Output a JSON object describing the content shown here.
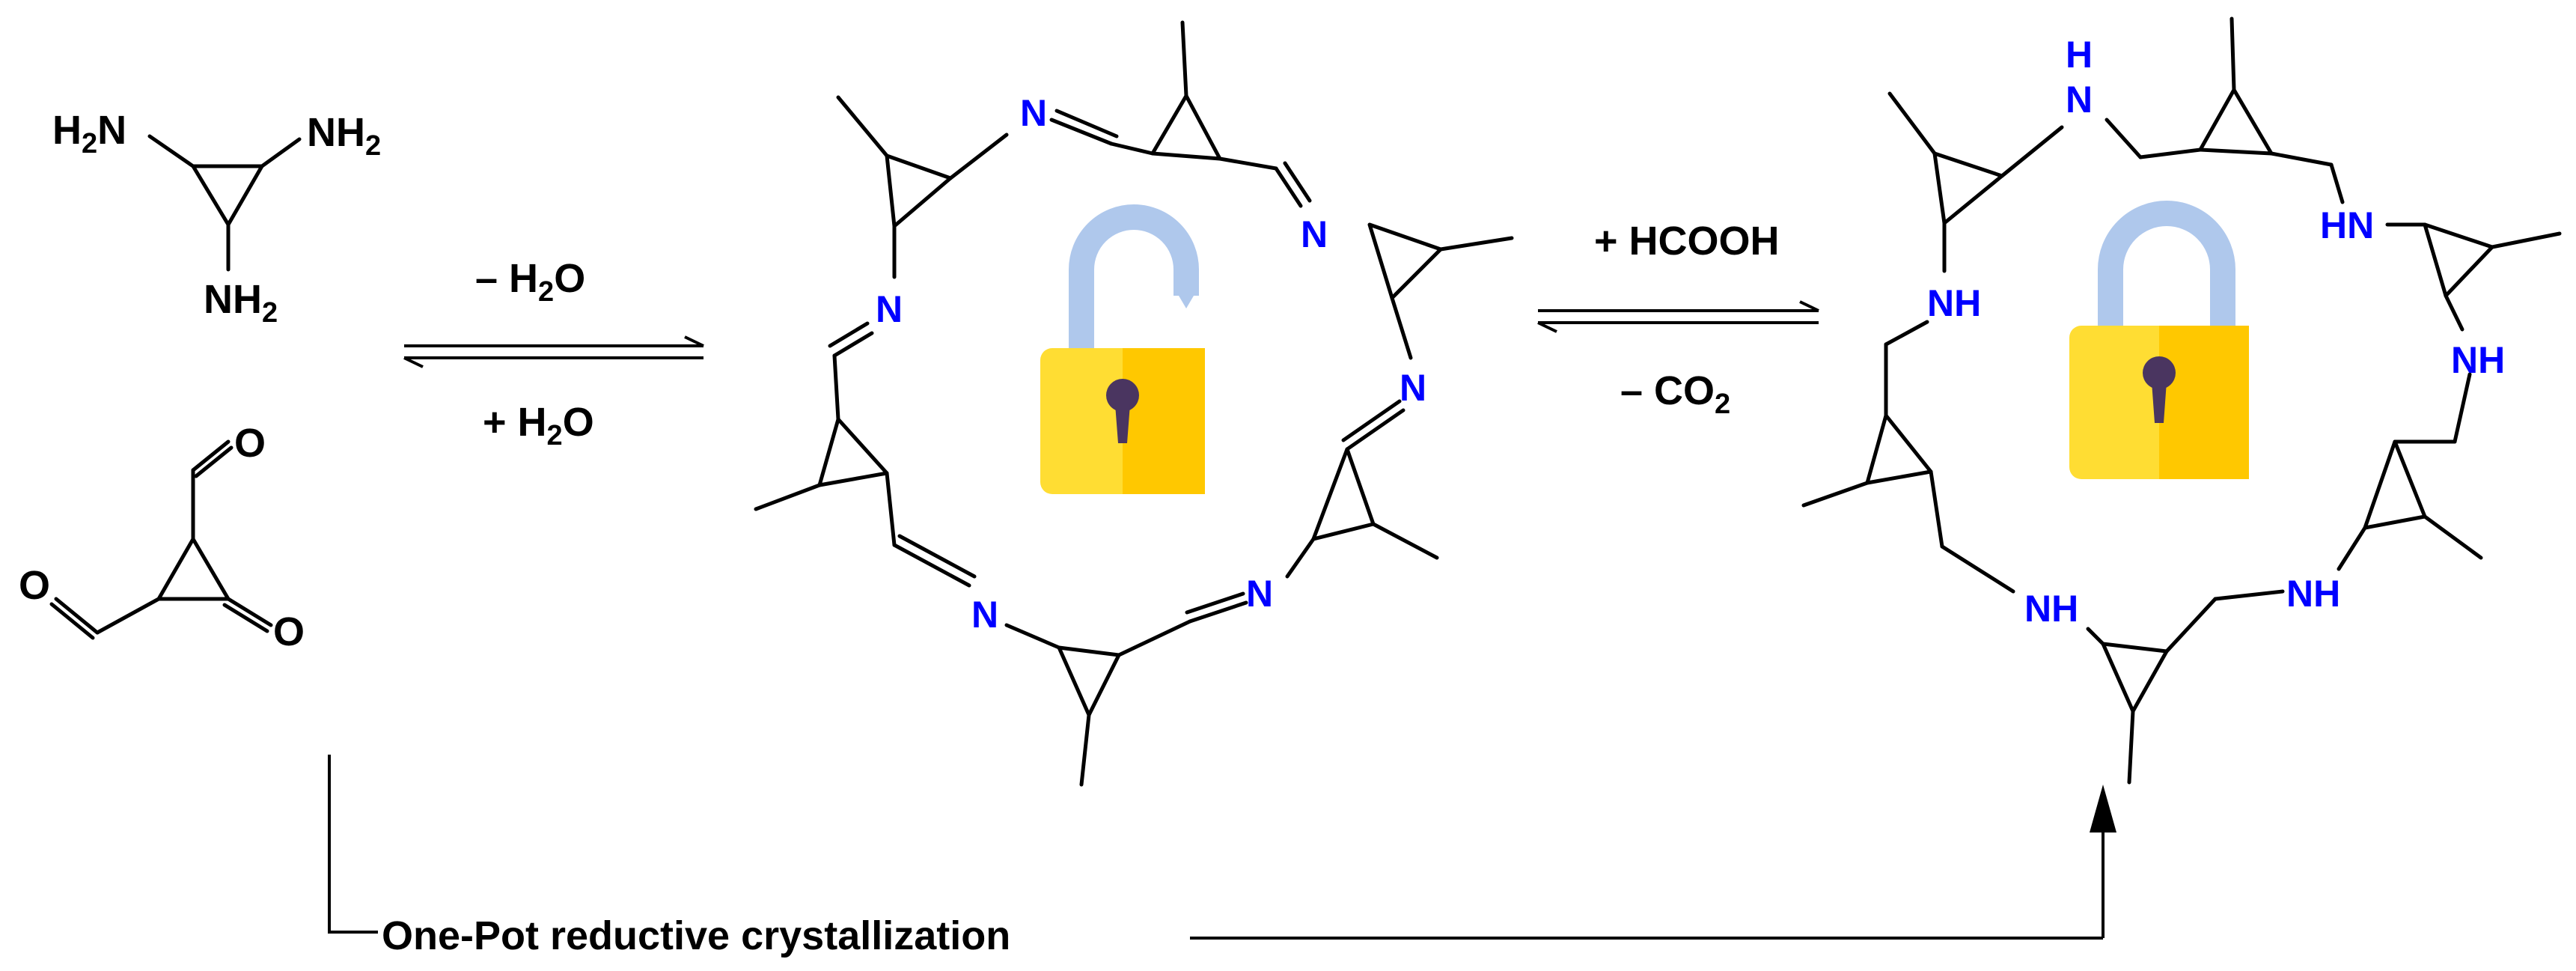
{
  "reactants": {
    "triamine": {
      "nh2_a": "H",
      "nh2_a2": "N",
      "nh2_b": "NH",
      "nh2_c": "NH",
      "sub2": "2"
    },
    "trialdehyde": {
      "o_label": "O"
    }
  },
  "step1": {
    "top": "– H",
    "top_sub": "2",
    "top_end": "O",
    "bottom": "+ H",
    "bottom_sub": "2",
    "bottom_end": "O"
  },
  "step2": {
    "top": "+ HCOOH",
    "bottom": "– CO",
    "bottom_sub": "2"
  },
  "imine_cage": {
    "n_label": "N",
    "lock_state": "unlocked"
  },
  "amine_cage": {
    "nh_label": "NH",
    "hn_label": "HN",
    "h_label": "H",
    "n_label": "N",
    "lock_state": "locked"
  },
  "one_pot_label": "One-Pot reductive crystallization",
  "colors": {
    "nitrogen": "#0000ff",
    "lock_body": "#FFC800",
    "lock_body_light": "#FFDD33",
    "shackle": "#AFC8EC",
    "keyhole": "#4A3560"
  }
}
